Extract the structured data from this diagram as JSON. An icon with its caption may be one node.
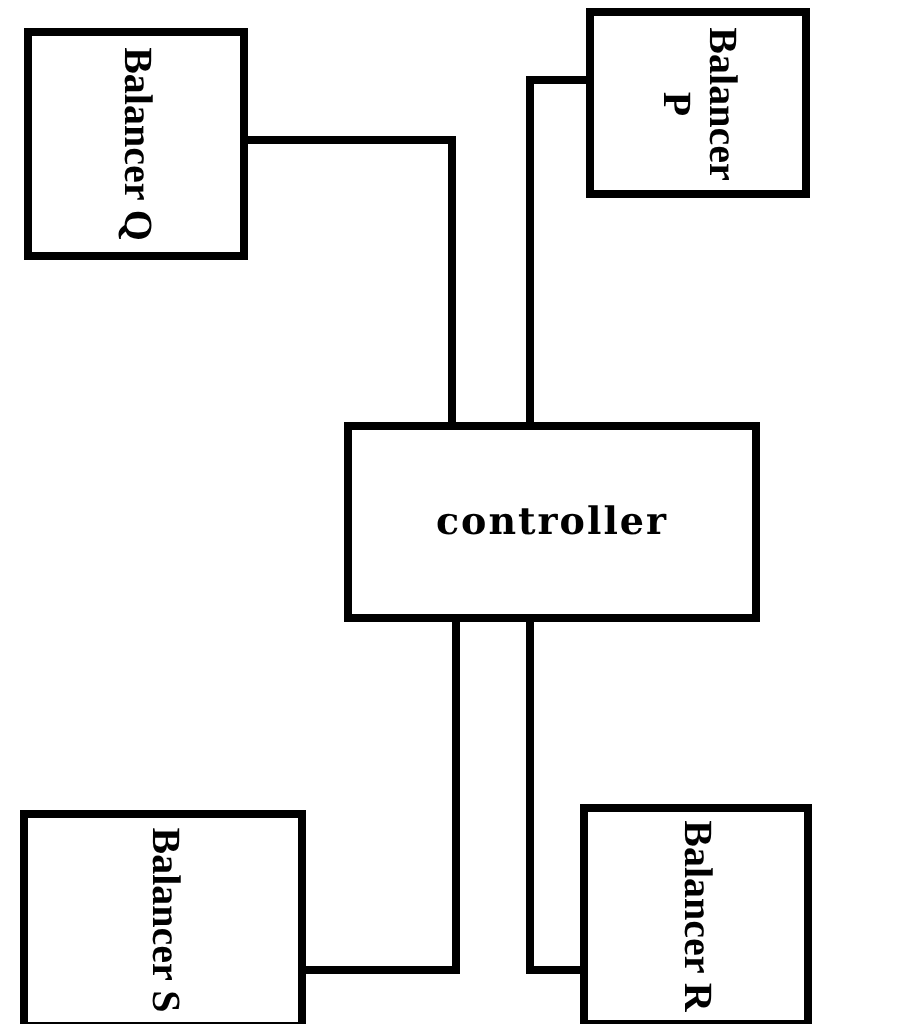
{
  "diagram": {
    "nodes": [
      {
        "text": [
          "Balancer Q"
        ]
      },
      {
        "text": [
          "Balancer P"
        ]
      },
      {
        "text": [
          "controller"
        ]
      },
      {
        "text": [
          "Balancer S"
        ]
      },
      {
        "text": [
          "Balancer R"
        ]
      }
    ],
    "edges": [
      {
        "from": 0,
        "to": 2,
        "arrow": "none"
      },
      {
        "from": 1,
        "to": 2,
        "arrow": "none"
      },
      {
        "from": 2,
        "to": 3,
        "arrow": "none"
      },
      {
        "from": 2,
        "to": 4,
        "arrow": "none"
      }
    ]
  }
}
